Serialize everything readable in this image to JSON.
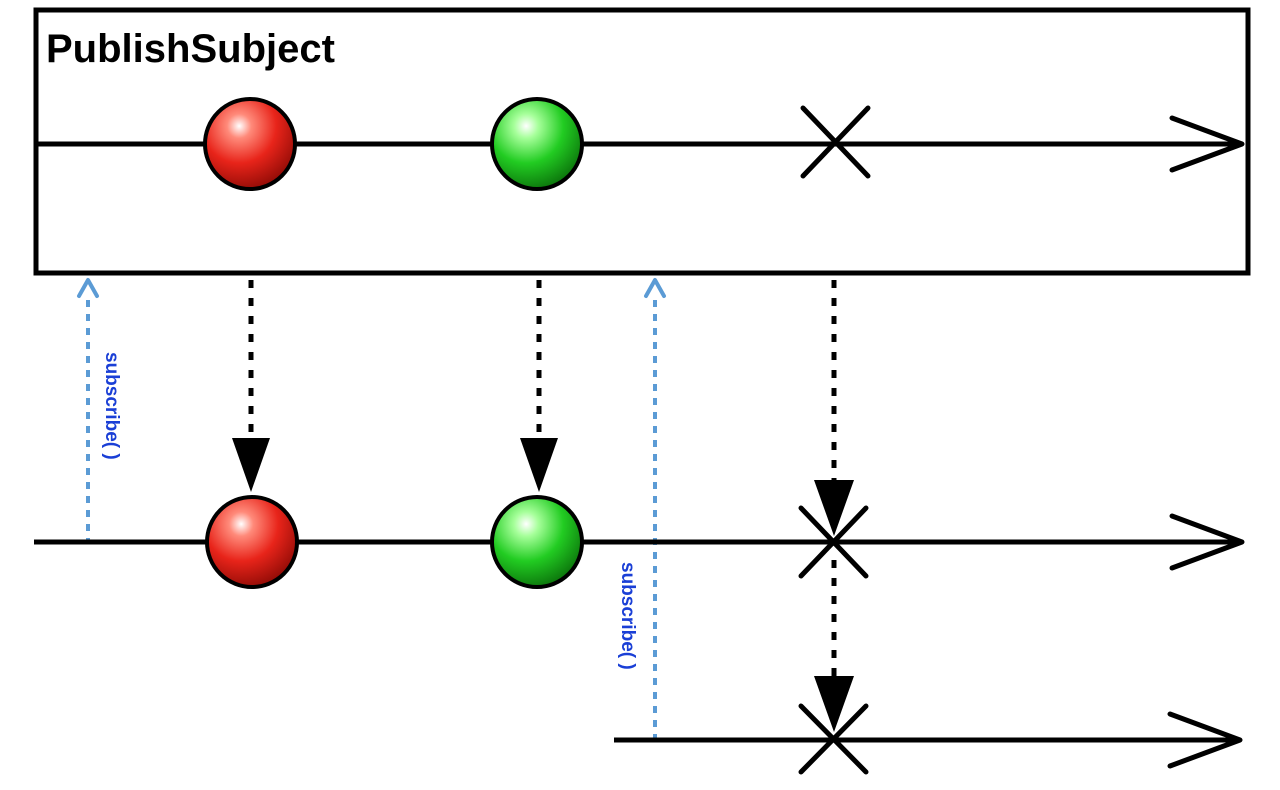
{
  "title": "PublishSubject",
  "subscribe_label": "subscribe( )",
  "colors": {
    "line": "#000000",
    "subscribe_arrow": "#5b9bd5",
    "subscribe_text": "#1a3fd6",
    "red_marble": "#e8241a",
    "green_marble": "#22cc22"
  },
  "subject_timeline": {
    "events": [
      "red-marble",
      "green-marble",
      "error-x"
    ]
  },
  "first_subscriber_timeline": {
    "events": [
      "red-marble",
      "green-marble",
      "error-x"
    ]
  },
  "second_subscriber_timeline": {
    "events": [
      "error-x"
    ]
  }
}
